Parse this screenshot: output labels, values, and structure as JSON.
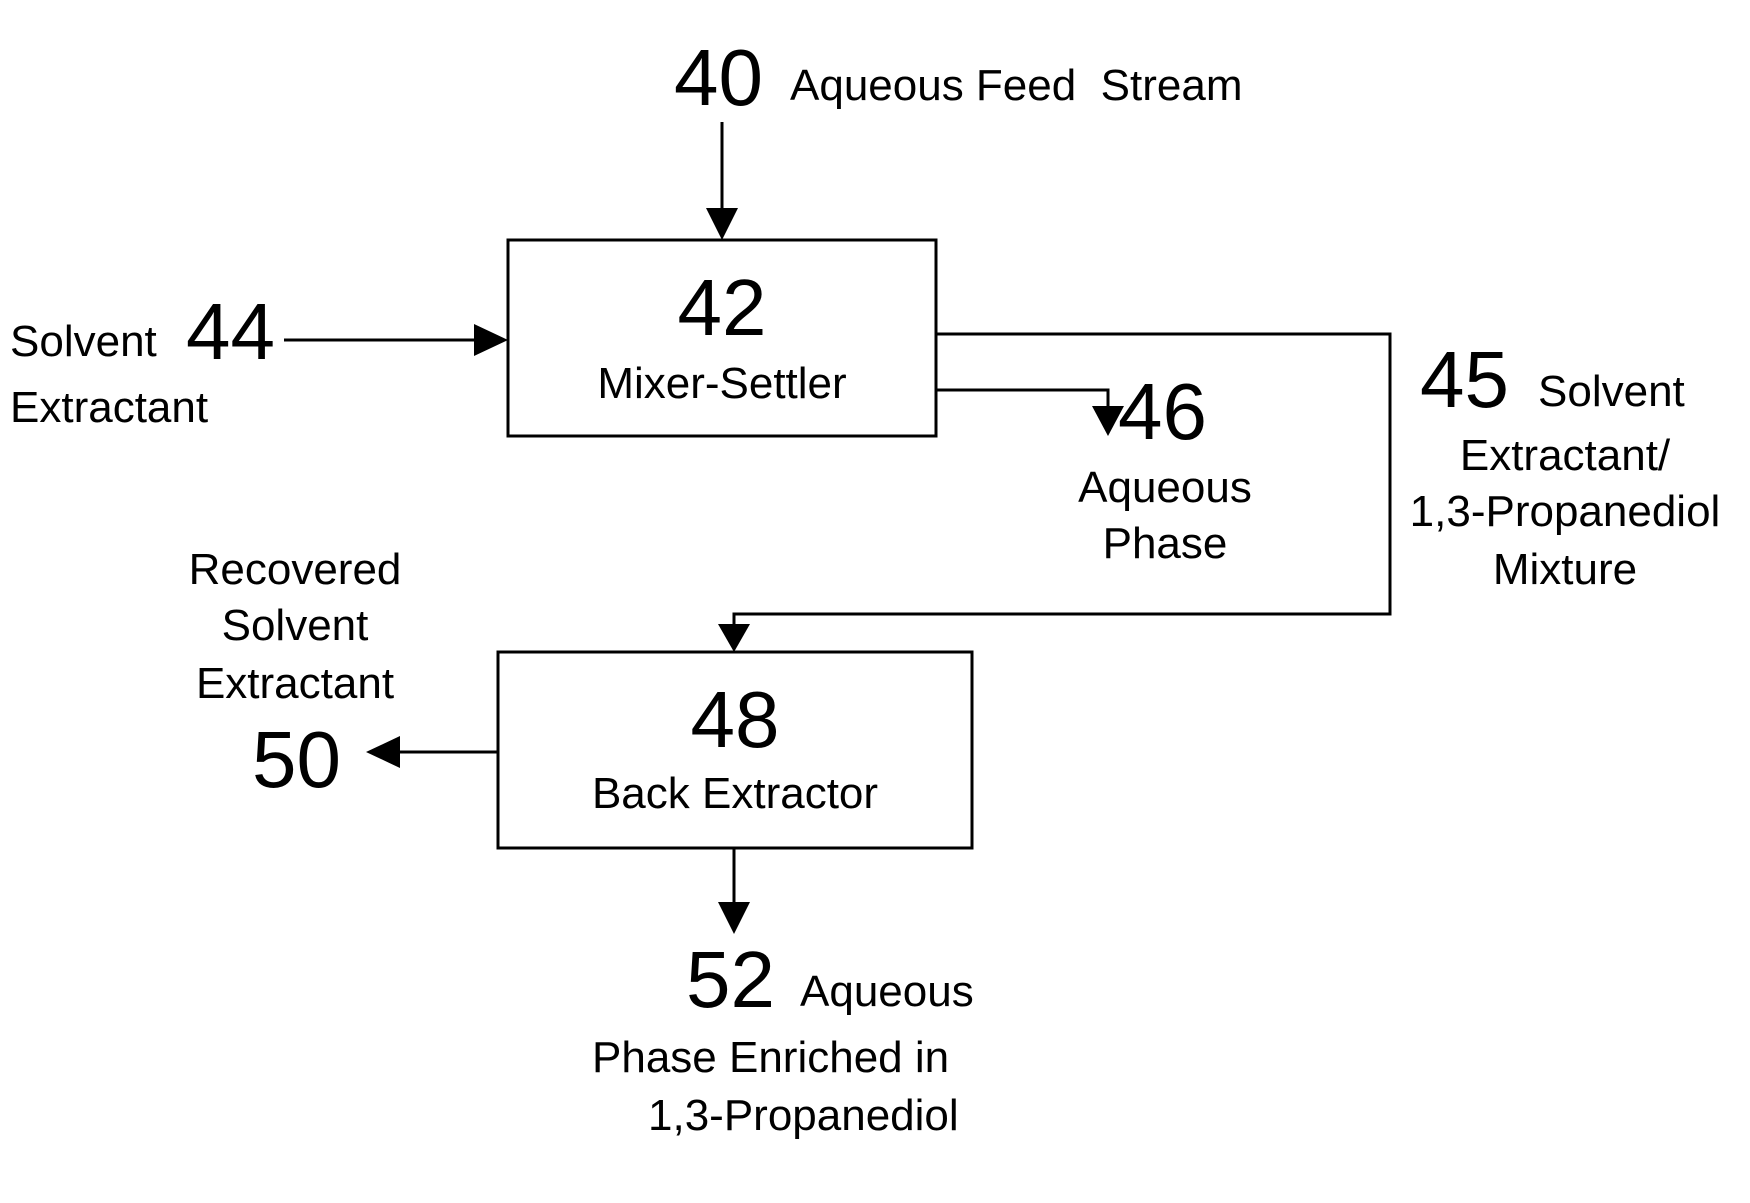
{
  "nodes": {
    "feed": {
      "number": "40",
      "label": "Aqueous Feed  Stream"
    },
    "mixer": {
      "number": "42",
      "label": "Mixer-Settler"
    },
    "solvent_in": {
      "number": "44",
      "label_line1": "Solvent",
      "label_line2": "Extractant"
    },
    "aqueous_phase": {
      "number": "46",
      "label_line1": "Aqueous",
      "label_line2": "Phase"
    },
    "mixture": {
      "number": "45",
      "label_line1": "Solvent",
      "label_line2": "Extractant/",
      "label_line3": "1,3-Propanediol",
      "label_line4": "Mixture"
    },
    "back_extractor": {
      "number": "48",
      "label": "Back Extractor"
    },
    "recovered": {
      "number": "50",
      "label_line1": "Recovered",
      "label_line2": "Solvent",
      "label_line3": "Extractant"
    },
    "product": {
      "number": "52",
      "label_line1": "Aqueous",
      "label_line2": "Phase Enriched in",
      "label_line3": "1,3-Propanediol"
    }
  }
}
